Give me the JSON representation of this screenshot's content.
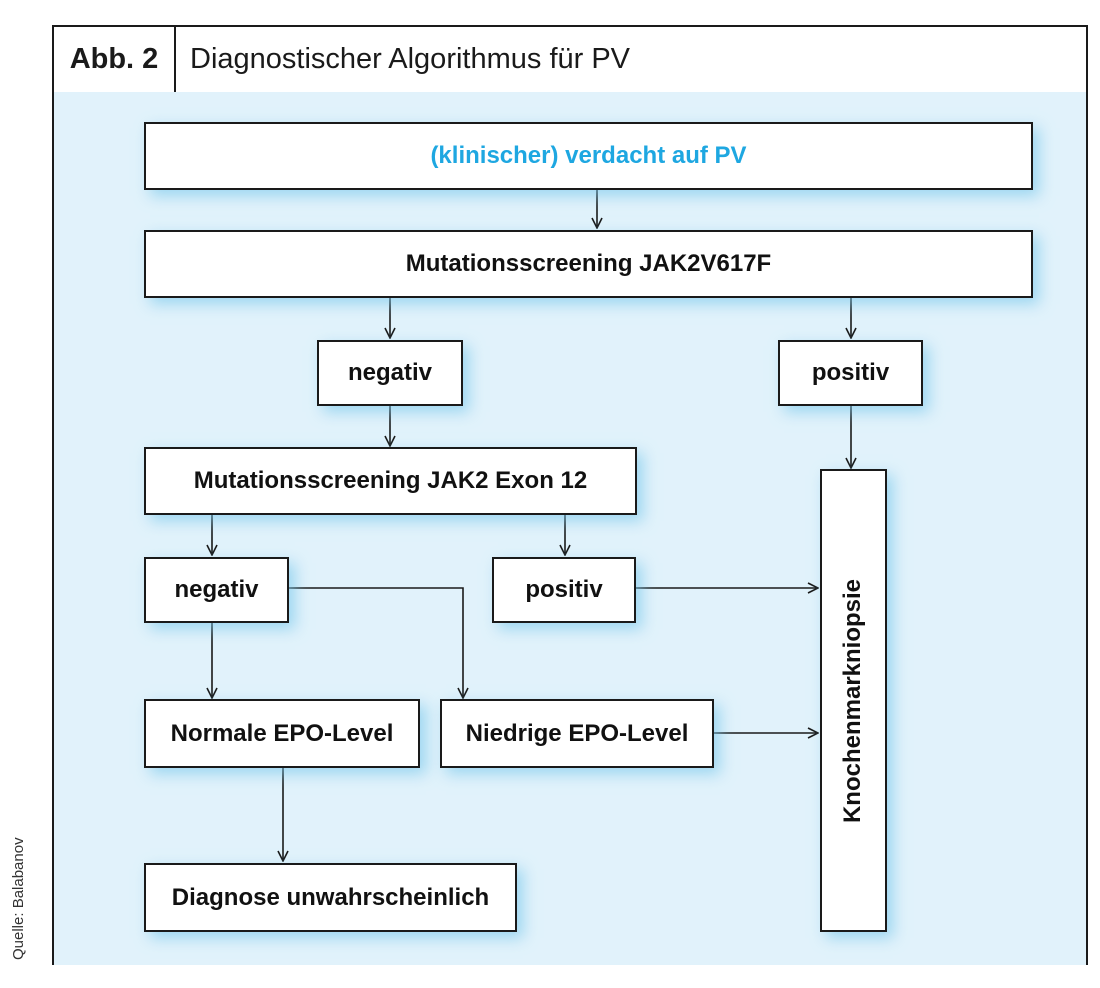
{
  "figure": {
    "label": "Abb. 2",
    "title": "Diagnostischer Algorithmus für PV",
    "source": "Quelle: Balabanov"
  },
  "colors": {
    "panel_background": "#e1f2fb",
    "highlight_text": "#1ea7e1",
    "border": "#1a1a1a"
  },
  "nodes": {
    "suspicion": "(klinischer) verdacht auf PV",
    "screening_v617f": "Mutationsscreening JAK2V617F",
    "negative_1": "negativ",
    "positive_1": "positiv",
    "screening_exon12": "Mutationsscreening JAK2 Exon 12",
    "negative_2": "negativ",
    "positive_2": "positiv",
    "normal_epo": "Normale EPO-Level",
    "low_epo": "Niedrige EPO-Level",
    "diagnosis_unlikely": "Diagnose unwahrscheinlich",
    "bone_marrow_biopsy": "Knochenmarkniopsie"
  },
  "edges": [
    {
      "from": "suspicion",
      "to": "screening_v617f"
    },
    {
      "from": "screening_v617f",
      "to": "negative_1"
    },
    {
      "from": "screening_v617f",
      "to": "positive_1"
    },
    {
      "from": "negative_1",
      "to": "screening_exon12"
    },
    {
      "from": "positive_1",
      "to": "bone_marrow_biopsy"
    },
    {
      "from": "screening_exon12",
      "to": "negative_2"
    },
    {
      "from": "screening_exon12",
      "to": "positive_2"
    },
    {
      "from": "positive_2",
      "to": "bone_marrow_biopsy"
    },
    {
      "from": "negative_2",
      "to": "normal_epo"
    },
    {
      "from": "negative_2",
      "to": "low_epo"
    },
    {
      "from": "low_epo",
      "to": "bone_marrow_biopsy"
    },
    {
      "from": "normal_epo",
      "to": "diagnosis_unlikely"
    }
  ]
}
